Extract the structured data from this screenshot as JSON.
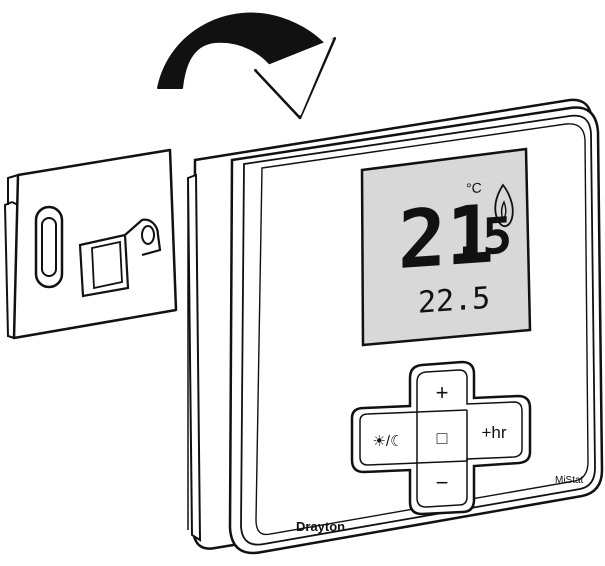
{
  "display": {
    "current_integer": "21",
    "current_decimal": ".5",
    "unit": "°C",
    "setpoint": "22.5",
    "flame_icon": "flame-icon"
  },
  "buttons": {
    "plus": "+",
    "minus": "−",
    "center": "□",
    "mode": "☀/☾",
    "boost": "+hr"
  },
  "branding": {
    "brand": "Drayton",
    "model": "MiStat"
  },
  "icons": {
    "rotate_arrow": "curved-arrow-icon",
    "wall_plate": "wall-plate-icon"
  },
  "colors": {
    "lcd_background": "#d8d8d8",
    "outline": "#111111",
    "body": "#ffffff"
  }
}
